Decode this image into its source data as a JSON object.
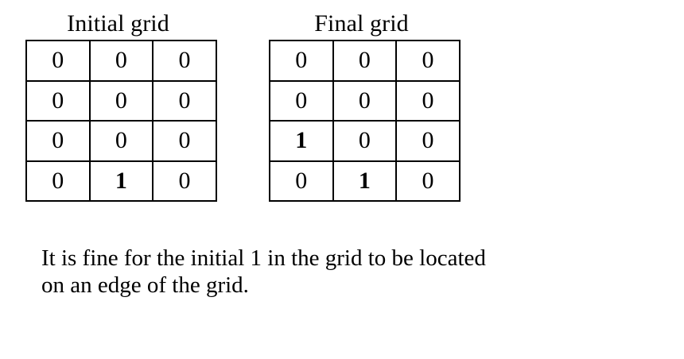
{
  "slide": {
    "background_color": "#ffffff",
    "text_color": "#000000"
  },
  "grids": [
    {
      "id": "initial",
      "title": "Initial grid",
      "rows": 4,
      "cols": 3,
      "cells": [
        [
          "0",
          "0",
          "0"
        ],
        [
          "0",
          "0",
          "0"
        ],
        [
          "0",
          "0",
          "0"
        ],
        [
          "0",
          "1",
          "0"
        ]
      ],
      "bold_cells": [
        [
          3,
          1
        ]
      ]
    },
    {
      "id": "final",
      "title": "Final grid",
      "rows": 4,
      "cols": 3,
      "cells": [
        [
          "0",
          "0",
          "0"
        ],
        [
          "0",
          "0",
          "0"
        ],
        [
          "1",
          "0",
          "0"
        ],
        [
          "0",
          "1",
          "0"
        ]
      ],
      "bold_cells": [
        [
          2,
          0
        ],
        [
          3,
          1
        ]
      ]
    }
  ],
  "caption": {
    "text": "It is fine for the initial 1 in the grid to be located on an edge of the grid.",
    "lines": [
      "It is fine for the initial 1 in the grid to be located",
      "on an edge of the grid."
    ]
  }
}
